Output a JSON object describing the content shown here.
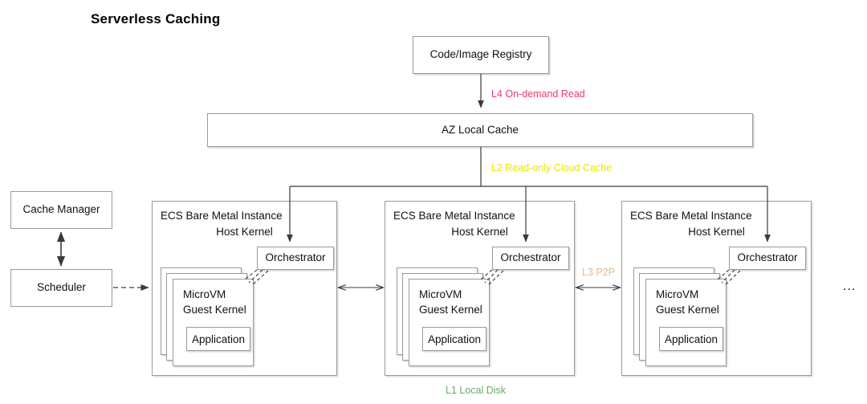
{
  "title": "Serverless Caching",
  "nodes": {
    "registry": "Code/Image Registry",
    "az_cache": "AZ Local Cache",
    "cache_manager": "Cache Manager",
    "scheduler": "Scheduler",
    "orchestrator": "Orchestrator",
    "instance_line1": "ECS Bare Metal Instance",
    "instance_line2": "Host Kernel",
    "microvm_line1": "MicroVM",
    "microvm_line2": "Guest Kernel",
    "application": "Application",
    "ellipsis": "..."
  },
  "edges": {
    "l4": "L4 On-demand Read",
    "l2": "L2 Read-only Cloud Cache",
    "l3": "L3 P2P",
    "l1": "L1 Local Disk"
  },
  "colors": {
    "l4": "#ee3a68",
    "l2": "#e8e800",
    "l3": "#e8b887",
    "l1": "#6aaa6a",
    "box_border": "#9a9a9a",
    "arrow": "#3a3a3a",
    "text": "#111111"
  }
}
